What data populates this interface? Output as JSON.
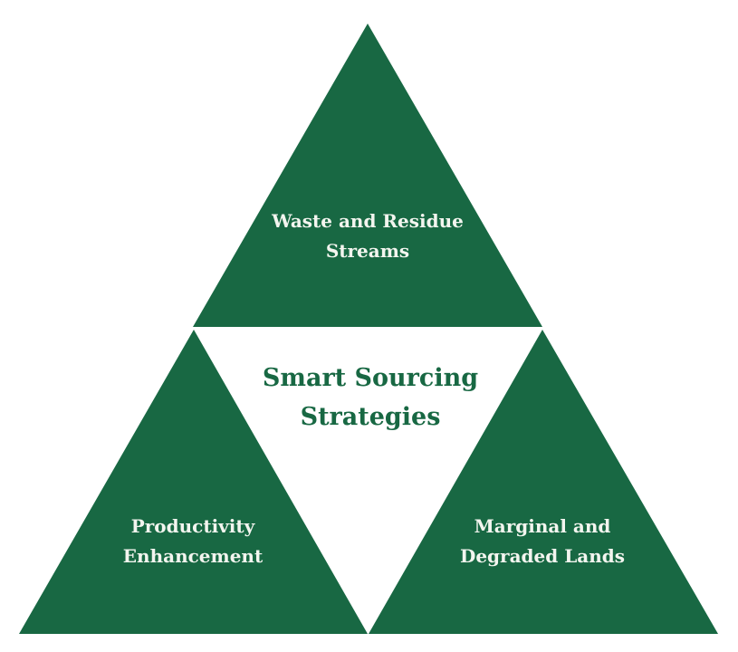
{
  "diagram": {
    "type": "triangle-trio",
    "colors": {
      "triangle_fill": "#186843",
      "label_text": "#f3f5ef",
      "center_text": "#186843",
      "background": "#ffffff"
    },
    "center": {
      "line1": "Smart Sourcing",
      "line2": "Strategies"
    },
    "triangles": [
      {
        "position": "top",
        "line1": "Waste and Residue",
        "line2": "Streams"
      },
      {
        "position": "bottom-left",
        "line1": "Productivity",
        "line2": "Enhancement"
      },
      {
        "position": "bottom-right",
        "line1": "Marginal and",
        "line2": "Degraded Lands"
      }
    ]
  }
}
